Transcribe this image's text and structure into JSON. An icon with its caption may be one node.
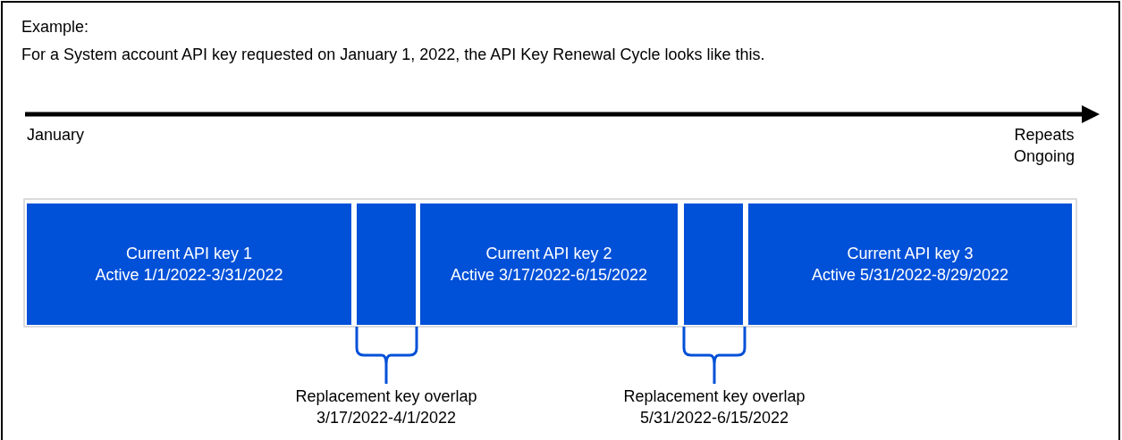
{
  "diagram": {
    "nodes": [
      {
        "text": [
          "Current API key 1",
          "Active 1/1/2022-3/31/2022"
        ]
      },
      {
        "text": [],
        "shape": "bar"
      },
      {
        "text": [
          "Current API key 2",
          "Active 3/17/2022-6/15/2022"
        ]
      },
      {
        "text": [],
        "shape": "bar"
      },
      {
        "text": [
          "Current API key 3",
          "Active 5/31/2022-8/29/2022"
        ]
      }
    ],
    "edges": [],
    "labels": [
      "Example:",
      "For a System account API key requested on January 1, 2022, the API Key Renewal Cycle looks like this.",
      "January",
      "Repeats Ongoing",
      "Replacement key overlap 3/17/2022-4/1/2022",
      "Replacement key overlap 5/31/2022-6/15/2022"
    ]
  }
}
